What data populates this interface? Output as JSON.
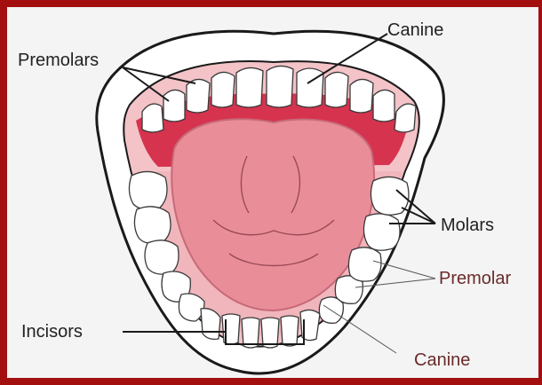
{
  "labels": {
    "premolars_top": "Premolars",
    "canine_top": "Canine",
    "molars": "Molars",
    "premolar_right": "Premolar",
    "incisors": "Incisors",
    "canine_bottom": "Canine"
  },
  "colors": {
    "frame": "#a30f0f",
    "background": "#f4f4f4",
    "palate": "#d6334f",
    "tongue": "#e98e99",
    "gum": "#f1b5bc",
    "teeth": "#ffffff",
    "dark_label": "#222222",
    "accent_label": "#6b2a2a"
  }
}
